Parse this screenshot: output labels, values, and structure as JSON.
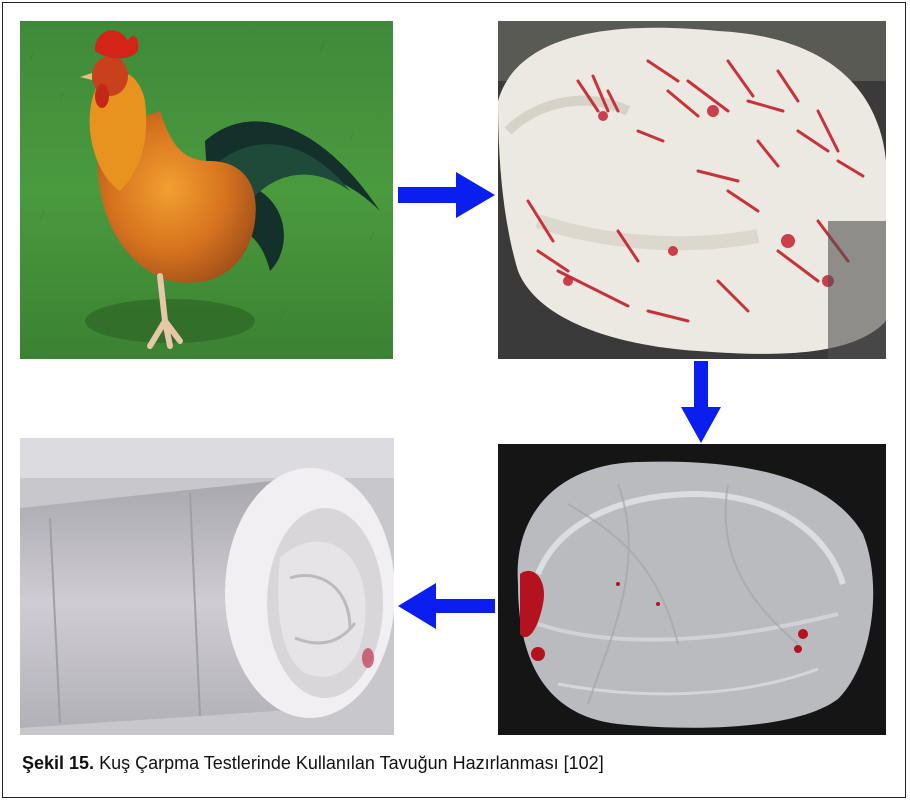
{
  "figure": {
    "caption_label": "Şekil 15.",
    "caption_text": "Kuş Çarpma Testlerinde Kullanılan Tavuğun Hazırlanması [102]",
    "photos": [
      {
        "id": "rooster",
        "description": "Live rooster standing on grass"
      },
      {
        "id": "plucked-chicken",
        "description": "Chicken carcass with feathers and blood marks"
      },
      {
        "id": "wrapped-chicken",
        "description": "Chicken wrapped in plastic film"
      },
      {
        "id": "chicken-in-sabot",
        "description": "Wrapped chicken loaded into a foam sabot"
      }
    ],
    "arrow_color": "#0a1ef0"
  }
}
